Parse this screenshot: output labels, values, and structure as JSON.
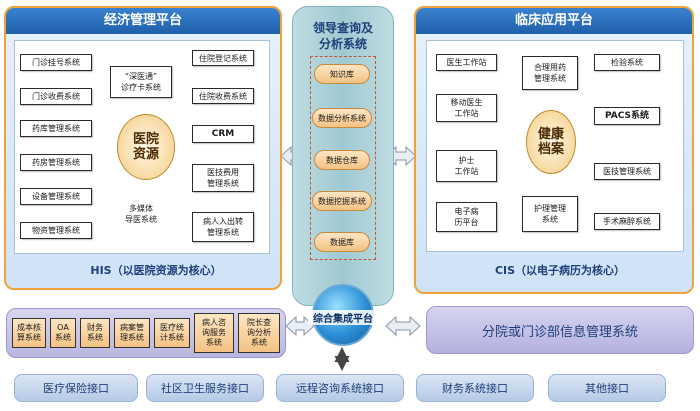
{
  "left": {
    "title": "经济管理平台",
    "footer": "HIS（以医院资源为核心）",
    "left_items": [
      "门诊挂号系统",
      "门诊收费系统",
      "药库管理系统",
      "药房管理系统",
      "设备管理系统",
      "物资管理系统"
    ],
    "card": "“深医通”\n诊疗卡系统",
    "center": "医院\n资源",
    "multimedia": "多媒体\n导医系统",
    "right_items": [
      "住院登记系统",
      "住院收费系统",
      "CRM",
      "医技费用\n管理系统",
      "病人入出转\n管理系统"
    ]
  },
  "middle": {
    "title": "领导查询及\n分析系统",
    "items": [
      "知识库",
      "数据分析系统",
      "数据仓库",
      "数据挖掘系统",
      "数据库"
    ],
    "globe_label": "综合集成平台"
  },
  "right": {
    "title": "临床应用平台",
    "footer": "CIS（以电子病历为核心）",
    "left_items": [
      "医生工作站",
      "移动医生\n工作站",
      "护士\n工作站",
      "电子病\n历平台"
    ],
    "top_item": "合理用药\n管理系统",
    "center": "健康\n档案",
    "bottom_item": "护理管理\n系统",
    "right_items": [
      "检验系统",
      "PACS系统",
      "医技管理系统",
      "手术麻醉系统"
    ]
  },
  "bottom": {
    "mini_items": [
      "成本核\n算系统",
      "OA\n系统",
      "财务\n系统",
      "病案管\n理系统",
      "医疗统\n计系统",
      "病人咨\n询服务\n系统",
      "院长查\n询分析\n系统"
    ],
    "branch": "分院或门诊部信息管理系统",
    "interfaces": [
      "医疗保险接口",
      "社区卫生服务接口",
      "远程咨询系统接口",
      "财务系统接口",
      "其他接口"
    ]
  },
  "colors": {
    "panel_border": "#f0a33a",
    "title_blue": "#1f5fa8",
    "accent_orange": "#f3c283"
  }
}
